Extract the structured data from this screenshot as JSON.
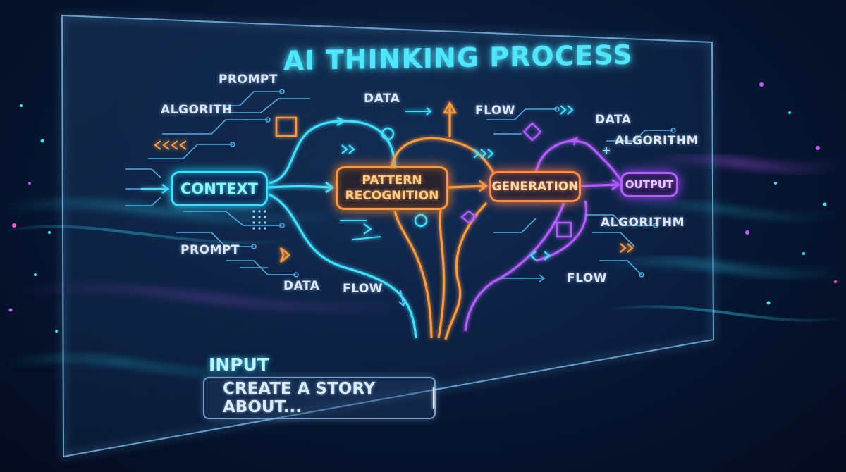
{
  "diagram": {
    "title": "AI THINKING PROCESS",
    "nodes": {
      "context": "CONTEXT",
      "pattern": "PATTERN RECOGNITION",
      "generation": "GENERATION",
      "output": "OUTPUT"
    },
    "labels": {
      "prompt_top": "PROMPT",
      "algorithm_left": "ALGORITH",
      "data_top": "DATA",
      "flow_top": "FLOW",
      "data_right": "DATA",
      "algorithm_right_top": "ALGORITHM",
      "algorithm_right_bottom": "ALGORITHM",
      "prompt_bottom": "PROMPT",
      "data_bottom": "DATA",
      "flow_bottom_left": "FLOW",
      "flow_bottom_right": "FLOW"
    },
    "colors": {
      "cyan": "#3fe0ff",
      "orange": "#ff9a3c",
      "purple": "#b35cff"
    }
  },
  "input": {
    "label": "INPUT",
    "value": "CREATE A STORY ABOUT..."
  }
}
